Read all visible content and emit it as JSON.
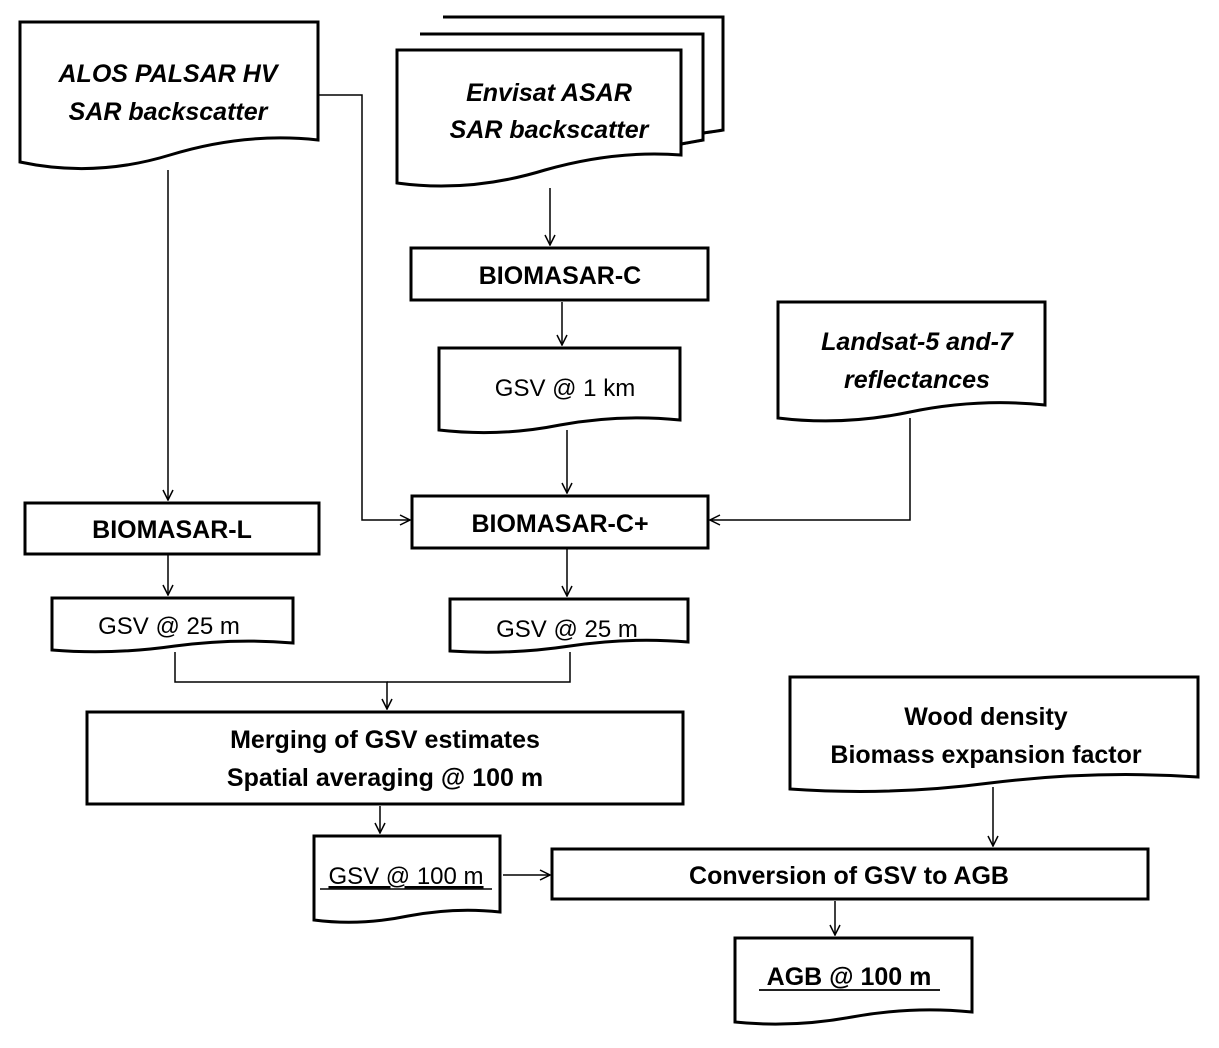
{
  "nodes": {
    "alos": {
      "line1": "ALOS PALSAR HV",
      "line2": "SAR backscatter"
    },
    "envisat": {
      "line1": "Envisat ASAR",
      "line2": "SAR backscatter"
    },
    "biomasar_c": {
      "label": "BIOMASAR-C"
    },
    "gsv_1km": {
      "label": "GSV @ 1 km"
    },
    "landsat": {
      "line1": "Landsat-5 and-7",
      "line2": "reflectances"
    },
    "biomasar_l": {
      "label": "BIOMASAR-L"
    },
    "biomasar_cplus": {
      "label": "BIOMASAR-C+"
    },
    "gsv_25m_l": {
      "label": "GSV @ 25 m"
    },
    "gsv_25m_c": {
      "label": "GSV @ 25 m"
    },
    "merging": {
      "line1": "Merging of GSV estimates",
      "line2": "Spatial averaging @ 100 m"
    },
    "wood": {
      "line1": "Wood density",
      "line2": "Biomass expansion factor"
    },
    "gsv_100m": {
      "label": "GSV @ 100 m"
    },
    "conversion": {
      "label": "Conversion of GSV to AGB"
    },
    "agb": {
      "label": "AGB @ 100 m"
    }
  }
}
